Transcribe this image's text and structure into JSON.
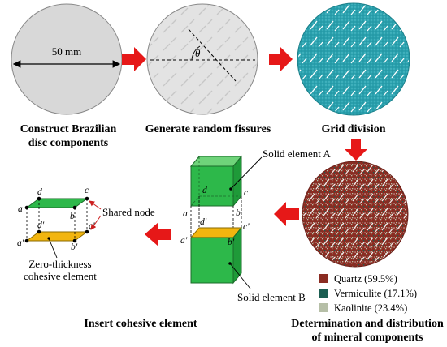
{
  "steps": {
    "disc": {
      "dimension": "50 mm",
      "caption_line1": "Construct Brazilian",
      "caption_line2": "disc components"
    },
    "fissures": {
      "angle_symbol": "θ",
      "caption": "Generate random fissures"
    },
    "grid": {
      "caption": "Grid division"
    },
    "minerals": {
      "caption_line1": "Determination and distribution",
      "caption_line2": "of mineral components",
      "legend": [
        {
          "label": "Quartz (59.5%)",
          "color": "#8b2c22"
        },
        {
          "label": "Vermiculite (17.1%)",
          "color": "#1c5e52"
        },
        {
          "label": "Kaolinite (23.4%)",
          "color": "#b6bfa7"
        }
      ]
    },
    "solids": {
      "solid_a": "Solid element A",
      "solid_b": "Solid element B",
      "top_nodes": [
        "a",
        "b",
        "c",
        "d"
      ],
      "bottom_nodes": [
        "a'",
        "b'",
        "c'",
        "d'"
      ]
    },
    "cohesive": {
      "caption": "Insert cohesive element",
      "shared_node": "Shared node",
      "zero_line1": "Zero-thickness",
      "zero_line2": "cohesive element",
      "top_nodes": [
        "a",
        "b",
        "c",
        "d"
      ],
      "bottom_nodes": [
        "a'",
        "b'",
        "c'",
        "d'"
      ]
    }
  },
  "colors": {
    "disc_gray": "#d8d8d8",
    "grid_teal": "#2aa0ad",
    "arrow_red": "#e61818",
    "solid_green": "#2db84a",
    "cohesive_yellow": "#f2b50f",
    "quartz_red": "#8b2c22"
  }
}
